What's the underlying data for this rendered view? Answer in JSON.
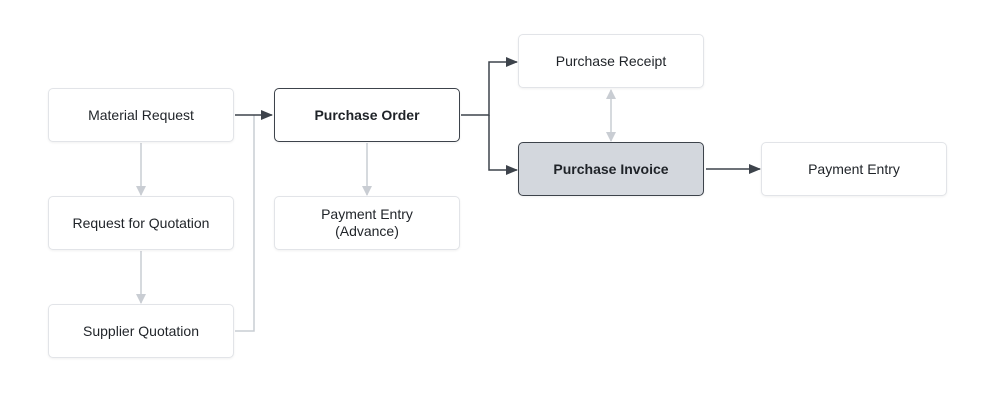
{
  "nodes": {
    "material_request": "Material Request",
    "request_for_quotation": "Request for Quotation",
    "supplier_quotation": "Supplier Quotation",
    "purchase_order": "Purchase Order",
    "payment_entry_advance": "Payment Entry\n(Advance)",
    "purchase_receipt": "Purchase Receipt",
    "purchase_invoice": "Purchase Invoice",
    "payment_entry": "Payment Entry"
  },
  "edges": [
    {
      "from": "material_request",
      "to": "request_for_quotation",
      "style": "light",
      "arrow": "end"
    },
    {
      "from": "request_for_quotation",
      "to": "supplier_quotation",
      "style": "light",
      "arrow": "end"
    },
    {
      "from": "supplier_quotation",
      "to": "purchase_order",
      "style": "light",
      "arrow": "none"
    },
    {
      "from": "material_request",
      "to": "purchase_order",
      "style": "dark",
      "arrow": "end"
    },
    {
      "from": "purchase_order",
      "to": "payment_entry_advance",
      "style": "light",
      "arrow": "end"
    },
    {
      "from": "purchase_order",
      "to": "purchase_receipt",
      "style": "dark",
      "arrow": "end"
    },
    {
      "from": "purchase_order",
      "to": "purchase_invoice",
      "style": "dark",
      "arrow": "end"
    },
    {
      "from": "purchase_receipt",
      "to": "purchase_invoice",
      "style": "light",
      "arrow": "both"
    },
    {
      "from": "purchase_invoice",
      "to": "payment_entry",
      "style": "dark",
      "arrow": "end"
    }
  ],
  "colors": {
    "dark_edge": "#3d434b",
    "light_edge": "#c9cdd3",
    "active_fill": "#d3d7dd",
    "node_border": "#e2e4e8"
  }
}
